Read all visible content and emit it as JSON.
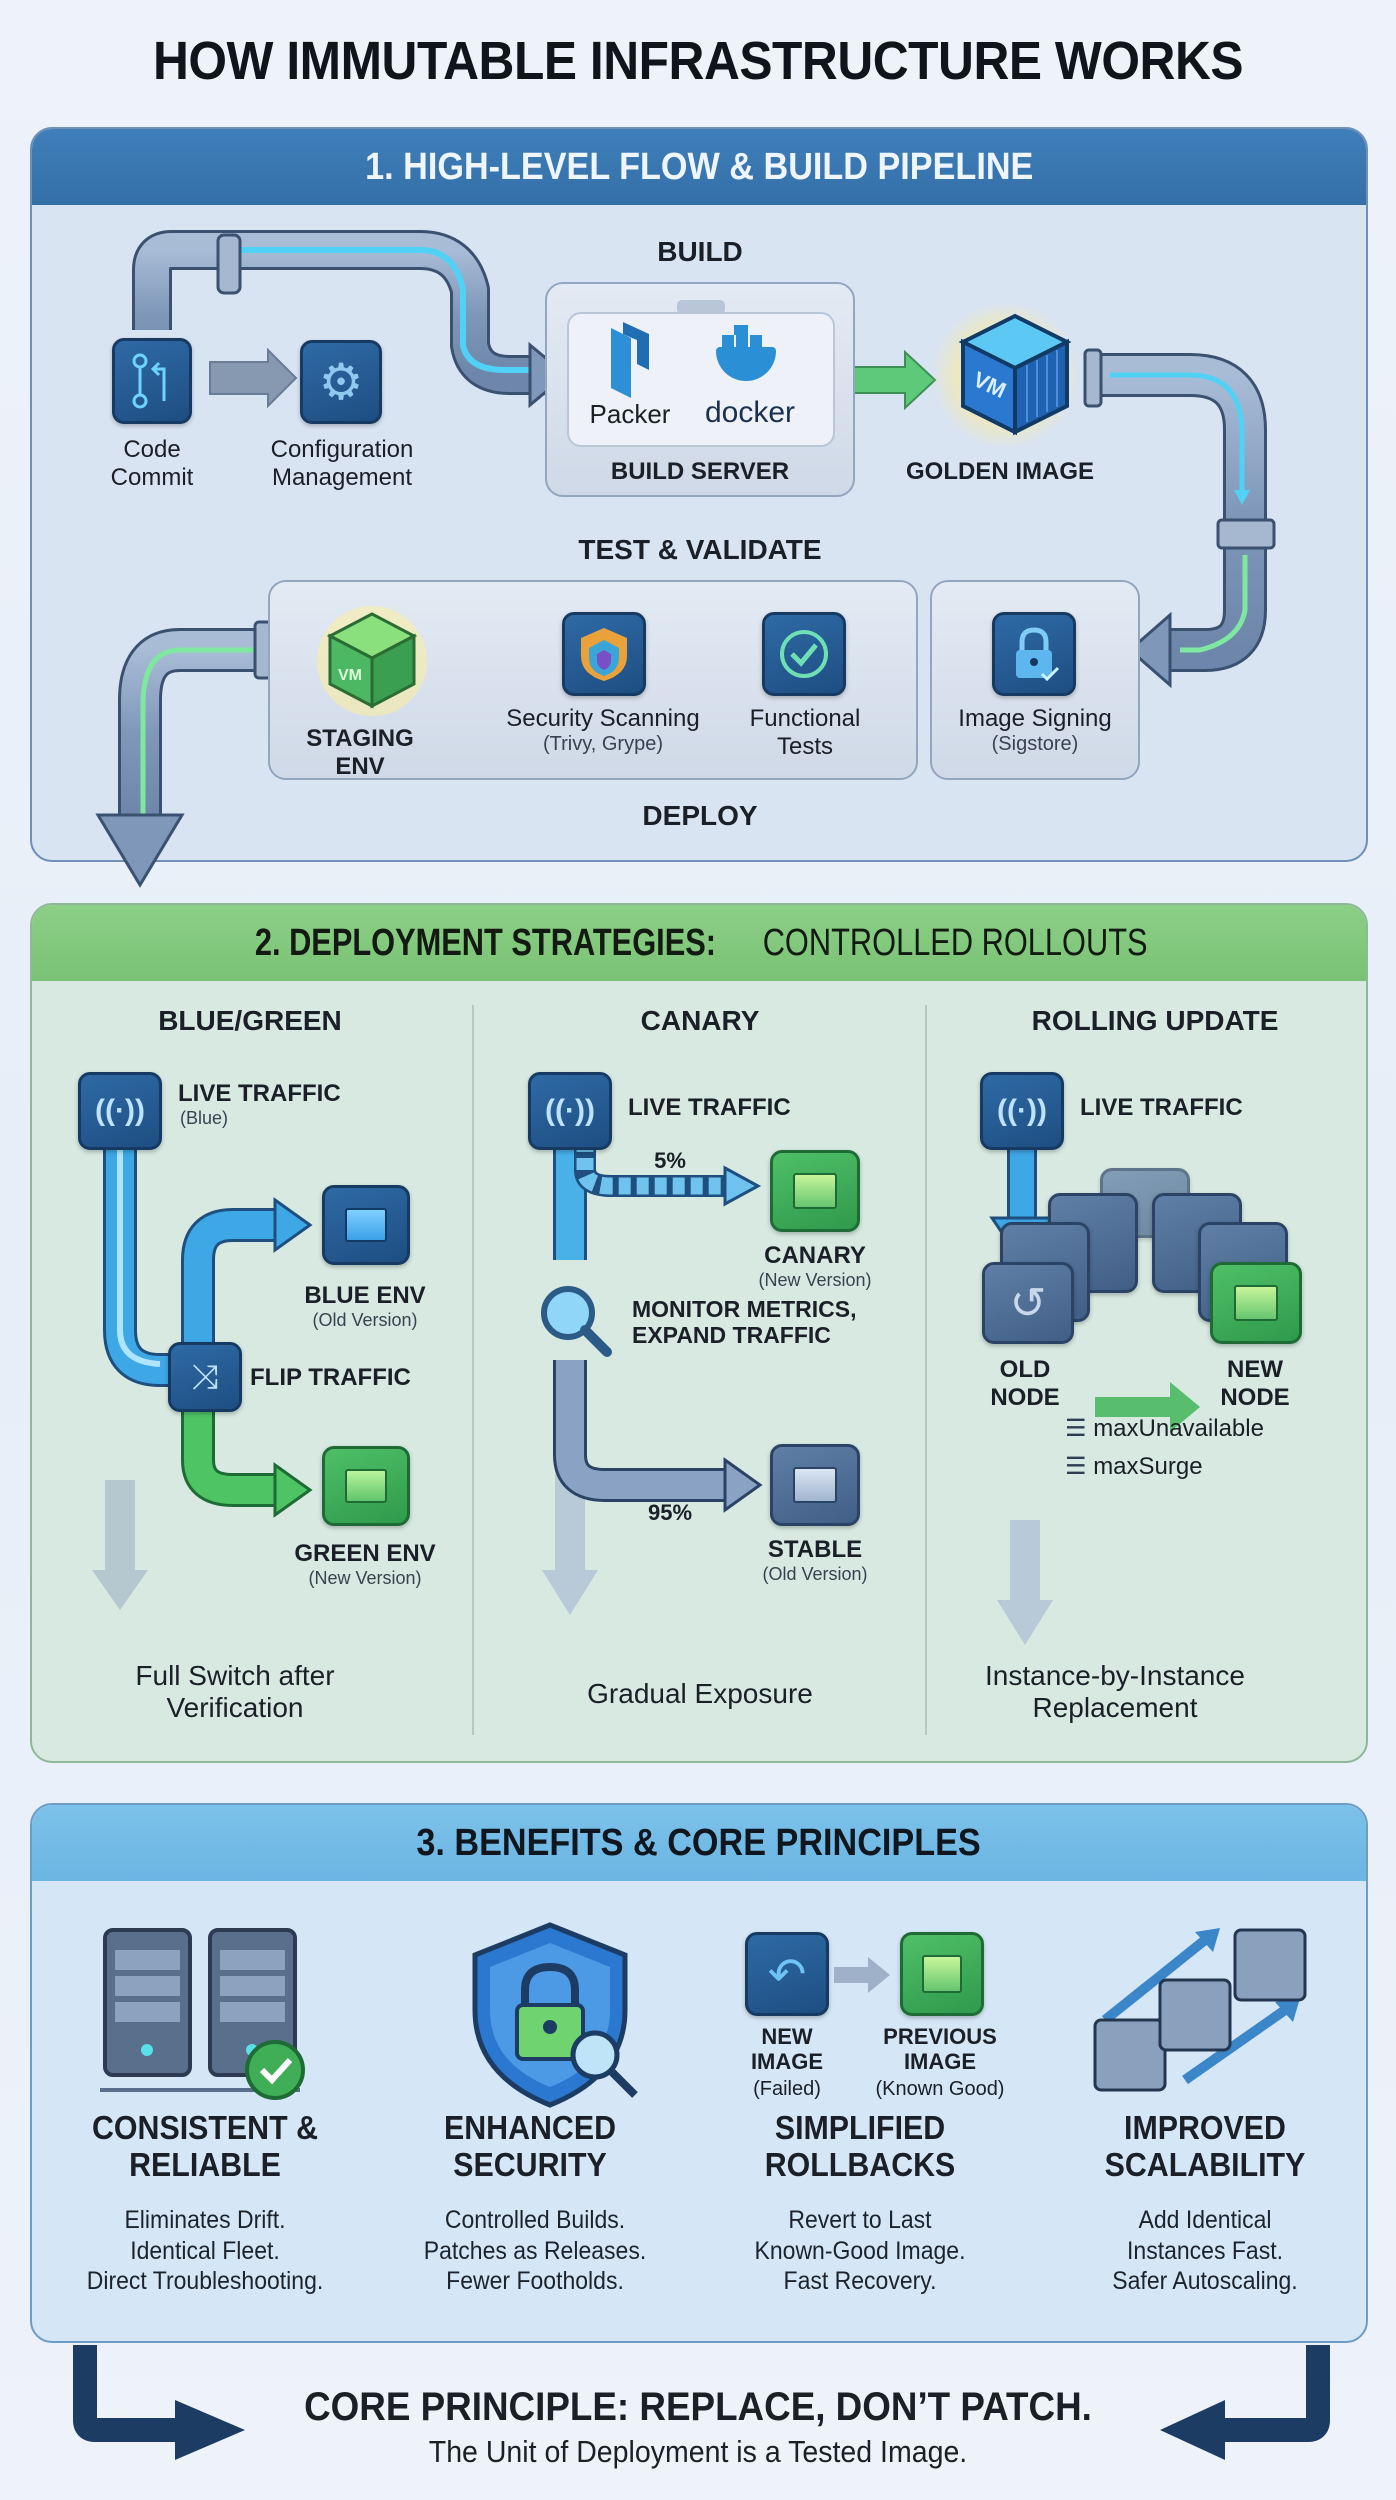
{
  "title": "HOW IMMUTABLE INFRASTRUCTURE WORKS",
  "section1": {
    "heading": "1. HIGH-LEVEL FLOW & BUILD PIPELINE",
    "code_commit": "Code Commit",
    "config_mgmt": "Configuration Management",
    "build_label": "BUILD",
    "packer": "Packer",
    "docker": "docker",
    "build_server": "BUILD SERVER",
    "golden_image": "GOLDEN IMAGE",
    "vm_badge": "VM",
    "test_validate": "TEST & VALIDATE",
    "staging_env": "STAGING ENV",
    "security_scanning": "Security Scanning",
    "security_tools": "(Trivy, Grype)",
    "functional": "Functional",
    "tests": "Tests",
    "image_signing": "Image Signing",
    "signing_tool": "(Sigstore)",
    "deploy": "DEPLOY"
  },
  "section2": {
    "heading_bold": "2. DEPLOYMENT STRATEGIES:",
    "heading_thin": " CONTROLLED ROLLOUTS",
    "blue_green": {
      "title": "BLUE/GREEN",
      "live_traffic": "LIVE TRAFFIC",
      "live_sub": "(Blue)",
      "blue_env": "BLUE ENV",
      "blue_sub": "(Old Version)",
      "flip": "FLIP TRAFFIC",
      "green_env": "GREEN ENV",
      "green_sub": "(New Version)",
      "caption": "Full Switch after Verification"
    },
    "canary": {
      "title": "CANARY",
      "live_traffic": "LIVE TRAFFIC",
      "canary_pct": "5%",
      "canary": "CANARY",
      "canary_sub": "(New Version)",
      "monitor": "MONITOR METRICS, EXPAND TRAFFIC",
      "stable_pct": "95%",
      "stable": "STABLE",
      "stable_sub": "(Old Version)",
      "caption": "Gradual Exposure"
    },
    "rolling": {
      "title": "ROLLING UPDATE",
      "live_traffic": "LIVE TRAFFIC",
      "old_node": "OLD NODE",
      "new_node": "NEW NODE",
      "param1": "maxUnavailable",
      "param2": "maxSurge",
      "caption": "Instance-by-Instance Replacement"
    }
  },
  "section3": {
    "heading": "3. BENEFITS & CORE PRINCIPLES",
    "benefits": [
      {
        "title": "CONSISTENT & RELIABLE",
        "lines": [
          "Eliminates Drift.",
          "Identical Fleet.",
          "Direct Troubleshooting."
        ]
      },
      {
        "title": "ENHANCED SECURITY",
        "lines": [
          "Controlled Builds.",
          "Patches as Releases.",
          "Fewer Footholds."
        ]
      },
      {
        "title": "SIMPLIFIED ROLLBACKS",
        "lines": [
          "Revert to Last",
          "Known-Good Image.",
          "Fast Recovery."
        ]
      },
      {
        "title": "IMPROVED SCALABILITY",
        "lines": [
          "Add Identical",
          "Instances Fast.",
          "Safer Autoscaling."
        ]
      }
    ],
    "rollback_new": "NEW IMAGE",
    "rollback_new_sub": "(Failed)",
    "rollback_prev": "PREVIOUS IMAGE",
    "rollback_prev_sub": "(Known Good)"
  },
  "core_principle": {
    "title": "CORE PRINCIPLE: REPLACE, DON’T PATCH.",
    "subtitle": "The Unit of Deployment is a Tested Image."
  },
  "colors": {
    "section1": "#3a78b4",
    "section2": "#84ca80",
    "section3": "#74bce7",
    "tile_blue": "#245a92",
    "tile_green": "#3aa957",
    "arrow_dark": "#1d3c63"
  }
}
